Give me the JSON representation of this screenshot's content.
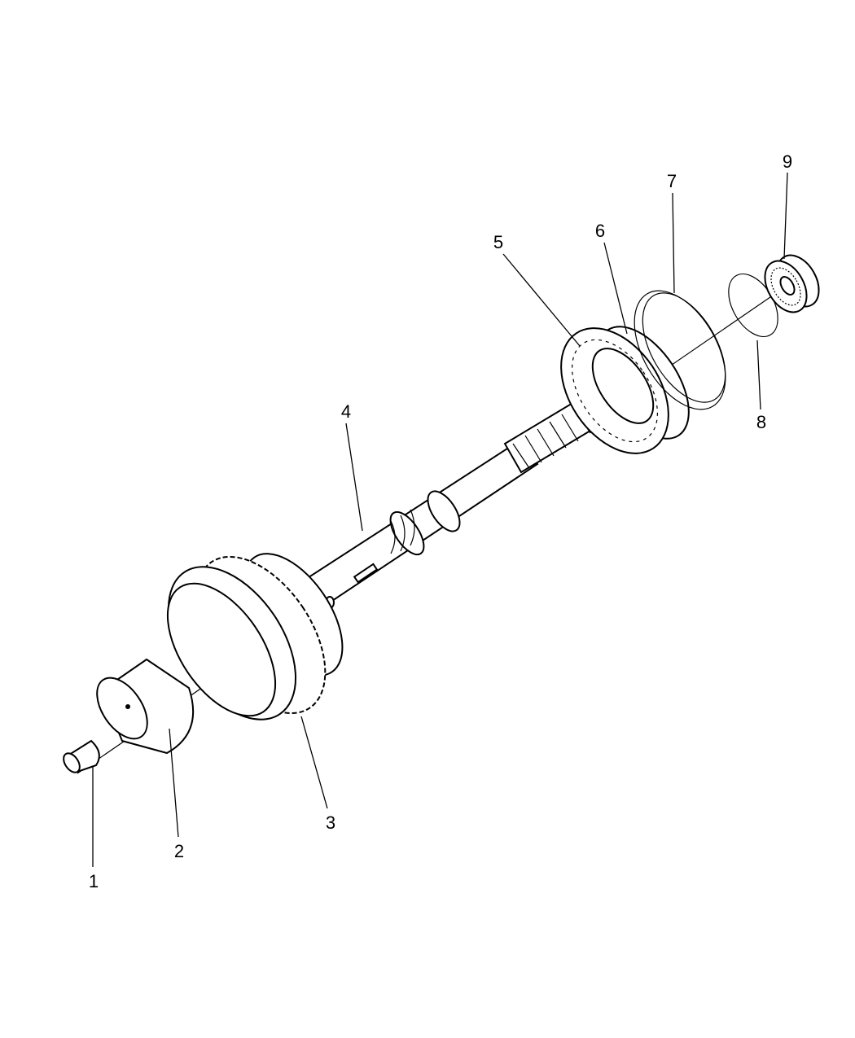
{
  "diagram": {
    "type": "exploded-parts-view",
    "callouts": [
      {
        "number": "1"
      },
      {
        "number": "2"
      },
      {
        "number": "3"
      },
      {
        "number": "4"
      },
      {
        "number": "5"
      },
      {
        "number": "6"
      },
      {
        "number": "7"
      },
      {
        "number": "8"
      },
      {
        "number": "9"
      }
    ],
    "colors": {
      "line": "#000000",
      "background": "#ffffff"
    }
  }
}
